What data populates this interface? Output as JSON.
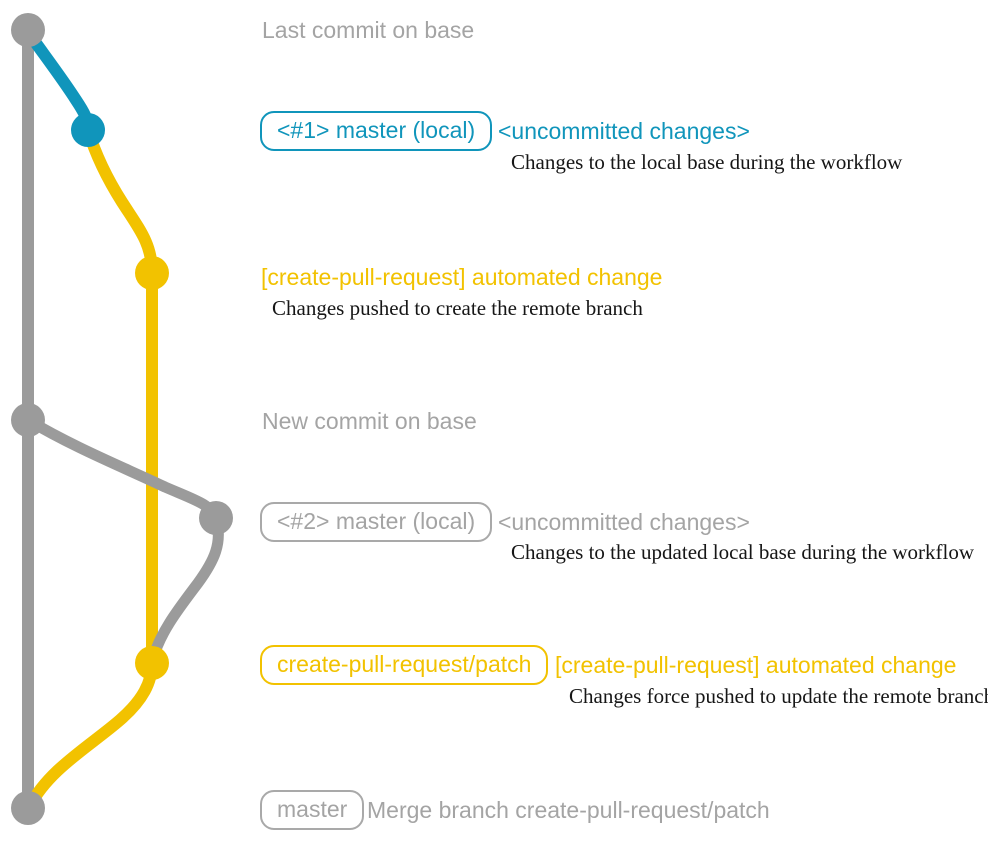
{
  "colors": {
    "graph_gray": "#9b9b9b",
    "text_gray": "#a4a4a4",
    "teal": "#1095bb",
    "yellow": "#f2c200",
    "description_text": "#161616",
    "background": "#ffffff"
  },
  "annotations": {
    "last_commit": {
      "title": "Last commit on base"
    },
    "commit_1": {
      "badge": "<#1> master (local)",
      "title": "<uncommitted changes>",
      "description": "Changes to the local base during the workflow"
    },
    "cpr_commit_1": {
      "title": "[create-pull-request] automated change",
      "description": "Changes pushed to create the remote branch"
    },
    "new_commit": {
      "title": "New commit on base"
    },
    "commit_2": {
      "badge": "<#2> master (local)",
      "title": "<uncommitted changes>",
      "description": "Changes to the updated local base during the workflow"
    },
    "cpr_commit_2": {
      "badge": "create-pull-request/patch",
      "title": "[create-pull-request] automated change",
      "description": "Changes force pushed to update the remote branch"
    },
    "merge_commit": {
      "badge": "master",
      "title": "Merge branch create-pull-request/patch"
    }
  },
  "graph": {
    "branches": [
      {
        "name": "base",
        "color": "#9b9b9b"
      },
      {
        "name": "uncommitted-changes",
        "color": "#1095bb"
      },
      {
        "name": "create-pull-request/patch",
        "color": "#f2c200"
      }
    ],
    "nodes": [
      {
        "name": "last-commit-on-base",
        "color": "#9b9b9b"
      },
      {
        "name": "uncommitted-changes-1",
        "color": "#1095bb"
      },
      {
        "name": "create-pull-request-automated-change-1",
        "color": "#f2c200"
      },
      {
        "name": "new-commit-on-base",
        "color": "#9b9b9b"
      },
      {
        "name": "uncommitted-changes-2",
        "color": "#9b9b9b"
      },
      {
        "name": "create-pull-request-automated-change-2",
        "color": "#f2c200"
      },
      {
        "name": "merge-commit",
        "color": "#9b9b9b"
      }
    ]
  }
}
